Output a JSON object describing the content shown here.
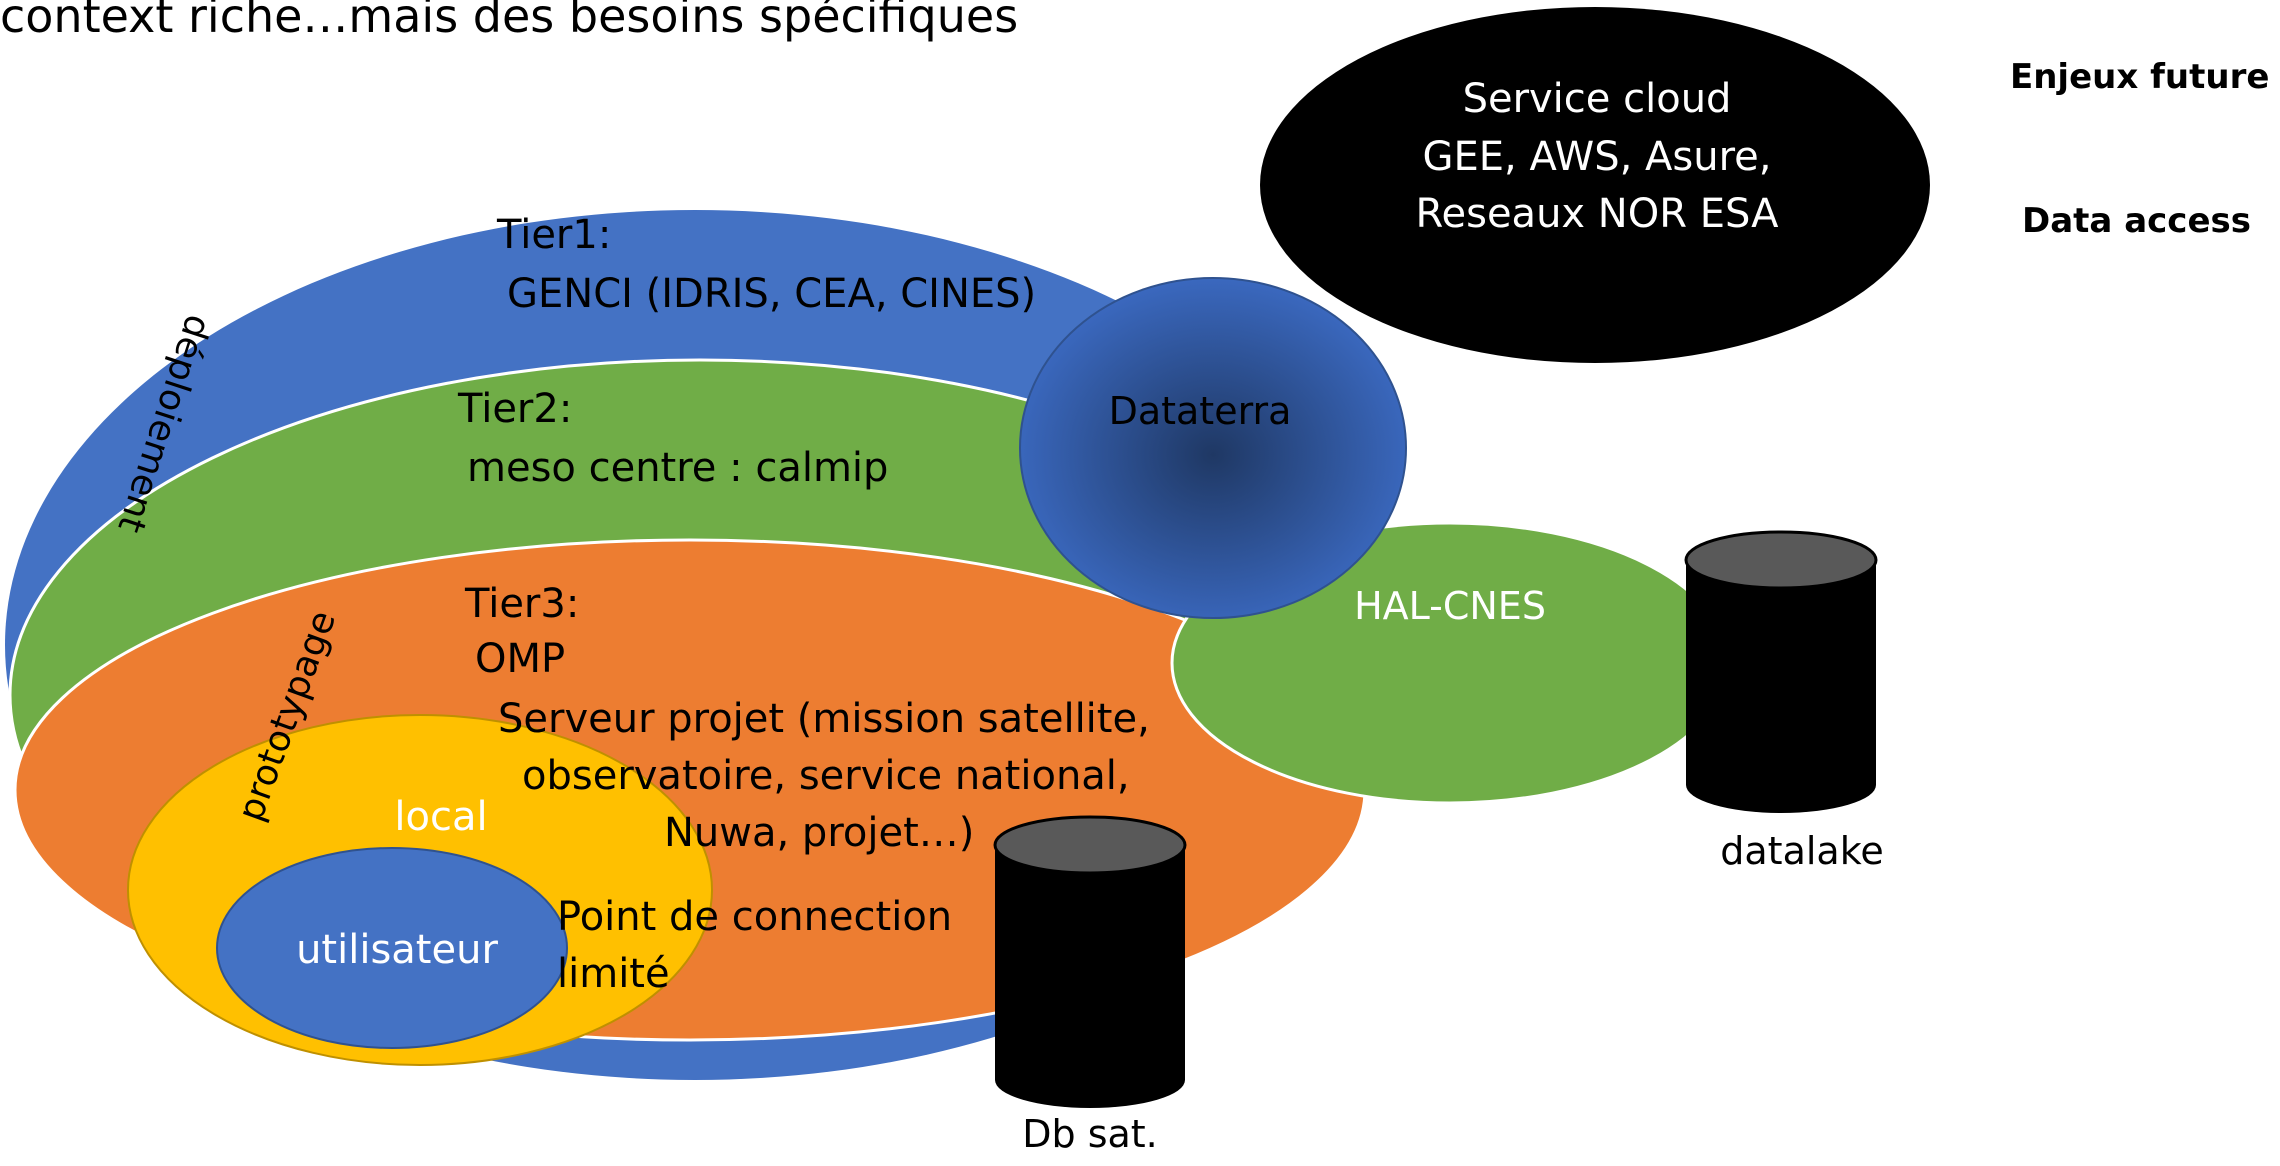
{
  "slide": {
    "title_fragment": "context riche…mais des besoins spécifiques"
  },
  "side_labels": {
    "enjeux": "Enjeux future",
    "data_access": "Data access"
  },
  "cloud": {
    "line1": "Service cloud",
    "line2": "GEE, AWS, Asure,",
    "line3": "Reseaux NOR ESA"
  },
  "tier1": {
    "line1": "Tier1:",
    "line2": "GENCI (IDRIS, CEA, CINES)"
  },
  "tier2": {
    "line1": "Tier2:",
    "line2": "meso centre : calmip"
  },
  "tier3": {
    "line1": "Tier3:",
    "line2": "OMP",
    "line3": "Serveur projet (mission satellite,",
    "line4": "observatoire, service national,",
    "line5": "Nuwa, projet…)"
  },
  "dataterra": "Dataterra",
  "hal_cnes": "HAL-CNES",
  "local": "local",
  "utilisateur": "utilisateur",
  "point_connection": {
    "line1": "Point de connection",
    "line2": "limité"
  },
  "arc_labels": {
    "deploiement": "déploiement",
    "prototypage": "prototypage"
  },
  "cylinders": {
    "dbsat": "Db sat.",
    "datalake": "datalake"
  },
  "colors": {
    "blue": "#4472c4",
    "green": "#70ad47",
    "orange": "#ed7d31",
    "yellow": "#ffc000",
    "black": "#000000",
    "dataterra_center": "#1f3864",
    "cylinder_top": "#595959"
  }
}
